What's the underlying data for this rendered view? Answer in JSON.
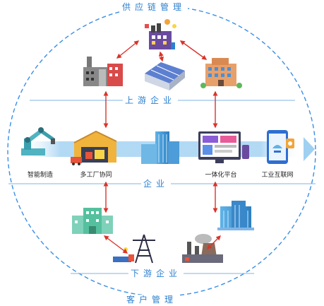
{
  "labels": {
    "top_title": "供应链管理",
    "upstream": "上游企业",
    "middle": "企业",
    "downstream": "下游企业",
    "bottom_title": "客户管理"
  },
  "nodes": {
    "smart_manufacturing": "智能制造",
    "multi_factory": "多工厂协同",
    "integrated_platform": "一体化平台",
    "industrial_internet": "工业互联网"
  },
  "colors": {
    "ring": "#3a8ee6",
    "label": "#2a7fd0",
    "arrow": "#d9342b",
    "band": "#8cc6ef"
  }
}
